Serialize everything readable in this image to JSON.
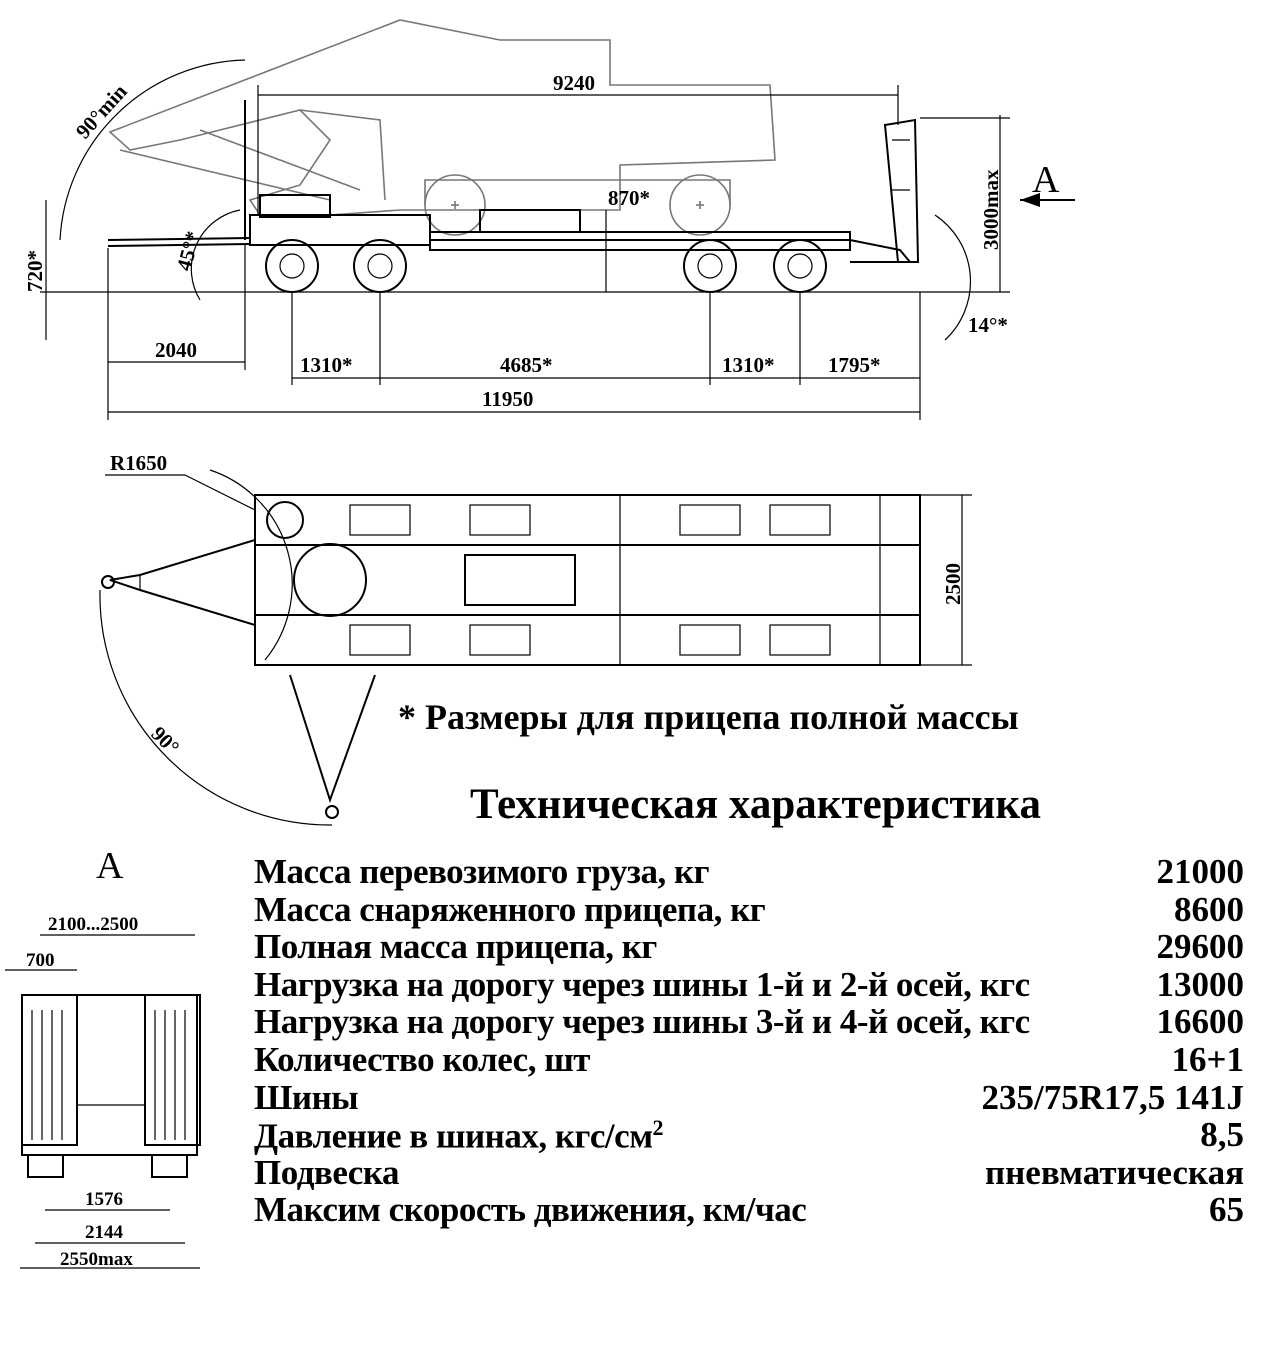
{
  "side_view": {
    "dims": {
      "overall_load": "9240",
      "height_max": "3000max",
      "deck_height": "870*",
      "coupling_height": "720*",
      "angle_boom": "90°min",
      "angle_ramp": "45°*",
      "angle_departure": "14°*",
      "front_overhang": "2040",
      "axle_spacing_front": "1310*",
      "axle_base": "4685*",
      "axle_spacing_rear": "1310*",
      "rear_overhang": "1795*",
      "overall_length": "11950"
    },
    "view_label": "A"
  },
  "top_view": {
    "dims": {
      "turn_radius": "R1650",
      "width": "2500",
      "turn_angle": "90°"
    }
  },
  "view_a": {
    "label": "A",
    "dims": {
      "ramp_span": "2100...2500",
      "ramp_width": "700",
      "track_inner": "1576",
      "track": "2144",
      "width_max": "2550max"
    }
  },
  "note": "* Размеры для прицепа полной массы",
  "spec": {
    "title": "Техническая характеристика",
    "rows": [
      {
        "label": "Масса перевозимого груза, кг",
        "value": "21000"
      },
      {
        "label": "Масса снаряженного прицепа, кг",
        "value": "8600"
      },
      {
        "label": "Полная масса  прицепа, кг",
        "value": "29600"
      },
      {
        "label": "Нагрузка на дорогу через шины 1-й и 2-й осей, кгс",
        "value": "13000"
      },
      {
        "label": "Нагрузка на дорогу через шины 3-й и 4-й осей, кгс",
        "value": "16600"
      },
      {
        "label": "Количество колес, шт",
        "value": "16+1"
      },
      {
        "label": "Шины",
        "value": "235/75R17,5 141J"
      },
      {
        "label": "Давление в шинах, кгс/см",
        "sup": "2",
        "value": "8,5"
      },
      {
        "label": "Подвеска",
        "value": "пневматическая"
      },
      {
        "label": "Максим скорость движения, км/час",
        "value": "65"
      }
    ]
  }
}
